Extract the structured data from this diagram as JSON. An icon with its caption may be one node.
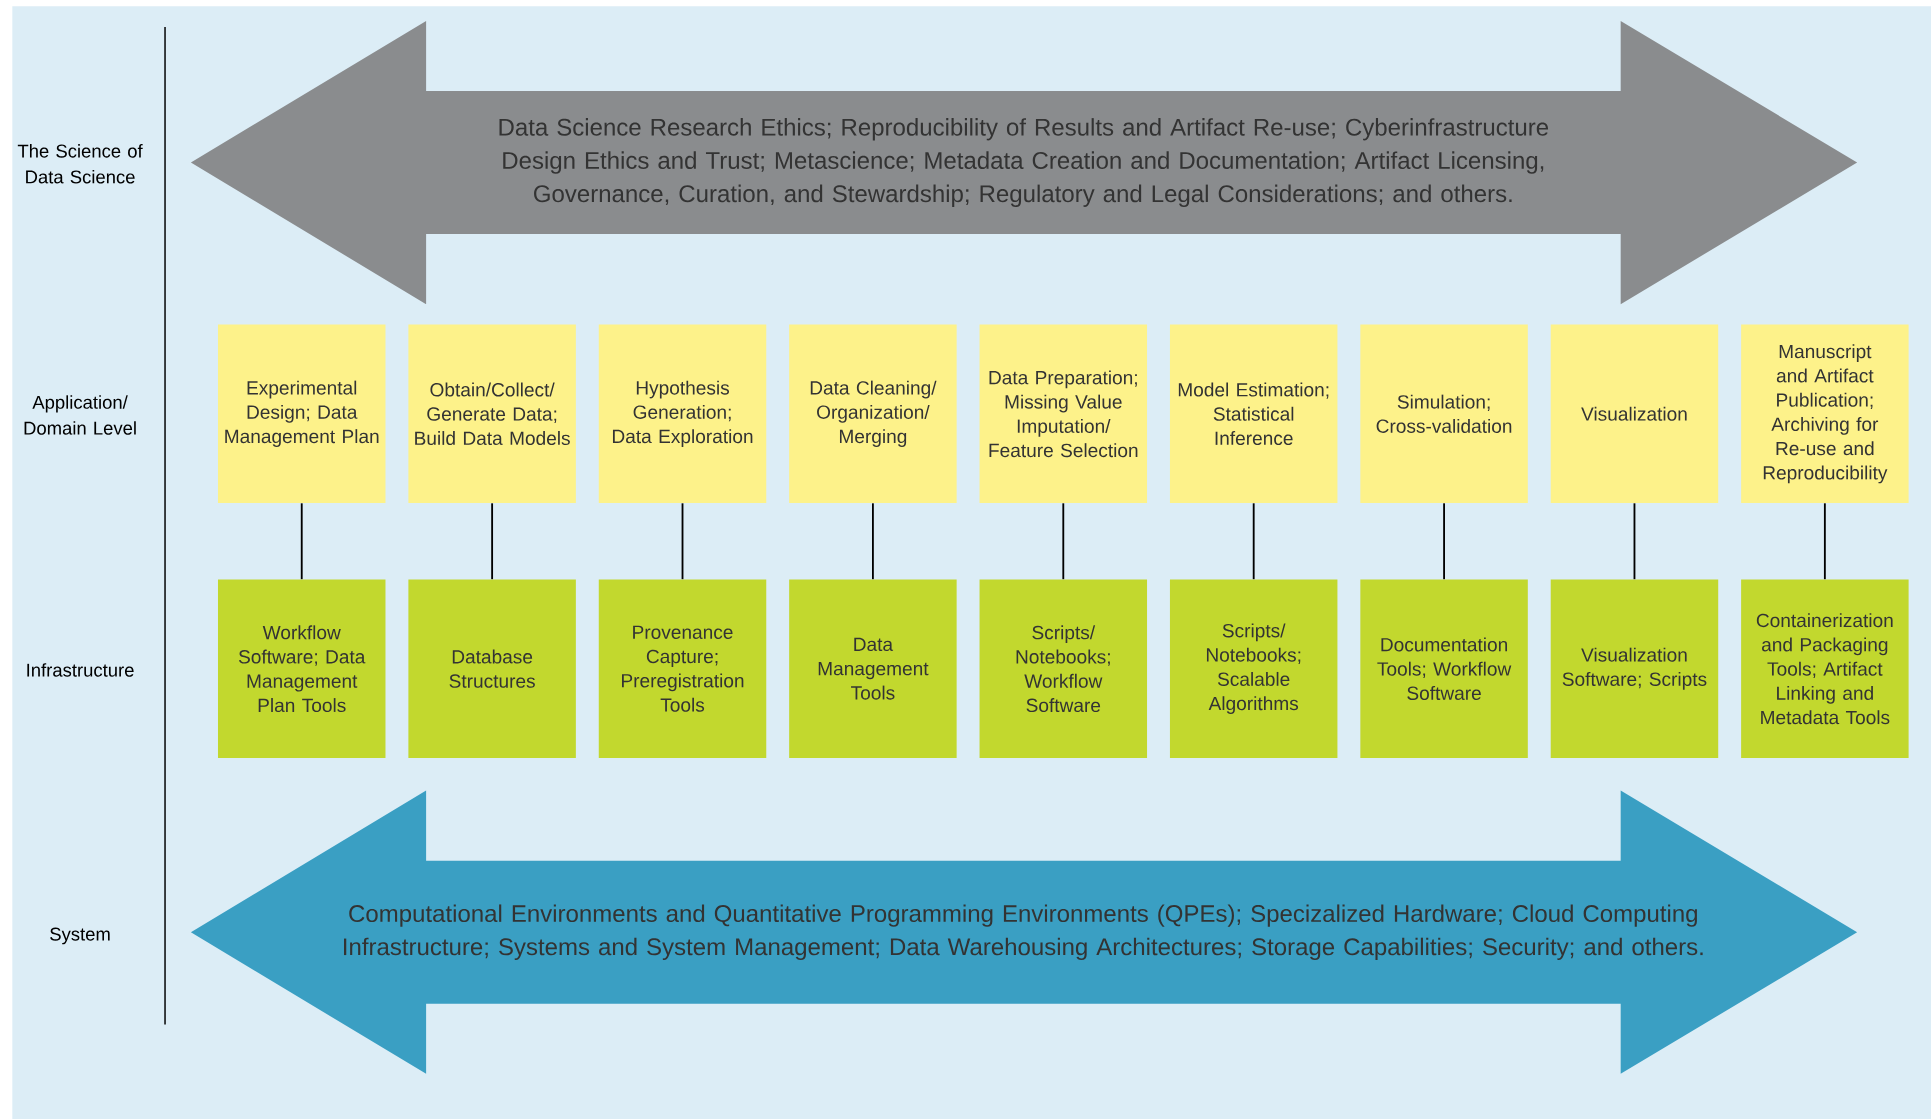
{
  "diagram": {
    "nodes": [
      {
        "text": [
          "Data Science Research Ethics; Reproducibility of Results and Artifact Re-use; Cyberinfrastructure Design Ethics and Trust; Metascience; Metadata Creation and Documentation; Artifact Licensing, Governance, Curation, and Stewardship; Regulatory and Legal Considerations; and others."
        ]
      },
      {
        "text": [
          "Experimental Design; Data Management Plan"
        ]
      },
      {
        "text": [
          "Obtain/Collect/ Generate Data; Build Data Models"
        ]
      },
      {
        "text": [
          "Hypothesis Generation; Data Exploration"
        ]
      },
      {
        "text": [
          "Data Cleaning/ Organization/ Merging"
        ]
      },
      {
        "text": [
          "Data Preparation; Missing Value Imputation/ Feature Selection"
        ]
      },
      {
        "text": [
          "Model Estimation; Statistical Inference"
        ]
      },
      {
        "text": [
          "Simulation; Cross-validation"
        ]
      },
      {
        "text": [
          "Visualization"
        ]
      },
      {
        "text": [
          "Manuscript and Artifact Publication; Archiving for Re-use and Reproducibility"
        ]
      },
      {
        "text": [
          "Workflow Software; Data Management Plan Tools"
        ]
      },
      {
        "text": [
          "Database Structures"
        ]
      },
      {
        "text": [
          "Provenance Capture; Preregistration Tools"
        ]
      },
      {
        "text": [
          "Data Management Tools"
        ]
      },
      {
        "text": [
          "Scripts/ Notebooks; Workflow Software"
        ]
      },
      {
        "text": [
          "Scripts/ Notebooks; Scalable Algorithms"
        ]
      },
      {
        "text": [
          "Documentation Tools; Workflow Software"
        ]
      },
      {
        "text": [
          "Visualization Software; Scripts"
        ]
      },
      {
        "text": [
          "Containerization and Packaging Tools; Artifact Linking and Metadata Tools"
        ]
      },
      {
        "text": [
          "Computational Environments and Quantitative Programming Environments (QPEs); Specizalized Hardware; Cloud Computing Infrastructure; Systems and System Management; Data Warehousing Architectures; Storage Capabilities; Security; and others."
        ]
      }
    ],
    "edges": [
      {
        "from": 1,
        "to": 10,
        "arrow": "none"
      },
      {
        "from": 2,
        "to": 11,
        "arrow": "none"
      },
      {
        "from": 3,
        "to": 12,
        "arrow": "none"
      },
      {
        "from": 4,
        "to": 13,
        "arrow": "none"
      },
      {
        "from": 5,
        "to": 14,
        "arrow": "none"
      },
      {
        "from": 6,
        "to": 15,
        "arrow": "none"
      },
      {
        "from": 7,
        "to": 16,
        "arrow": "none"
      },
      {
        "from": 8,
        "to": 17,
        "arrow": "none"
      },
      {
        "from": 9,
        "to": 18,
        "arrow": "none"
      }
    ],
    "labels": [
      "The Science of Data Science",
      "Application/ Domain Level",
      "Infrastructure",
      "System"
    ]
  }
}
